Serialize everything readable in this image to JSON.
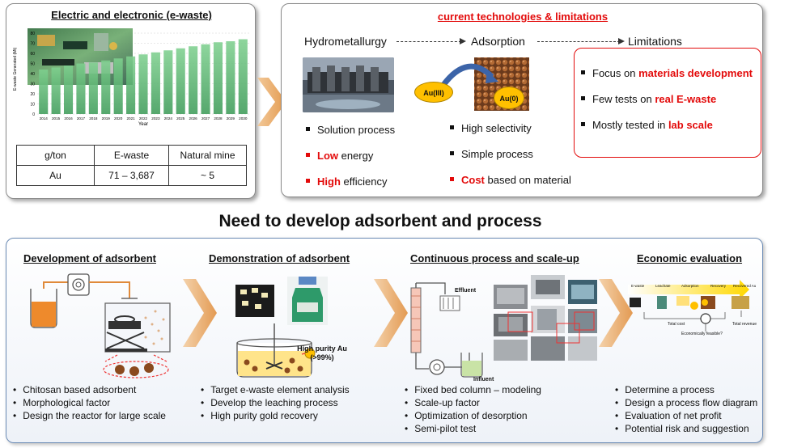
{
  "ewaste": {
    "title": "Electric and electronic (e-waste)",
    "chart_data": {
      "type": "bar",
      "categories": [
        "2014",
        "2015",
        "2016",
        "2017",
        "2018",
        "2019",
        "2020",
        "2021",
        "2022",
        "2023",
        "2024",
        "2025",
        "2026",
        "2027",
        "2028",
        "2029",
        "2030"
      ],
      "values": [
        44,
        46,
        48,
        50,
        51,
        53,
        55,
        57,
        59,
        61,
        63,
        65,
        67,
        69,
        71,
        72,
        74
      ],
      "xlabel": "Year",
      "ylabel": "E-waste Generated (Mt)",
      "ylim": [
        0,
        80
      ],
      "yticks": [
        0,
        10,
        20,
        30,
        40,
        50,
        60,
        70,
        80
      ],
      "bar_color": "#5fb777"
    },
    "table": {
      "header": [
        "g/ton",
        "E-waste",
        "Natural mine"
      ],
      "row": [
        "Au",
        "71 – 3,687",
        "~ 5"
      ]
    }
  },
  "tech": {
    "title": "current technologies & limitations",
    "steps": [
      "Hydrometallurgy",
      "Adsorption",
      "Limitations"
    ],
    "au3": "Au(III)",
    "au0": "Au(0)",
    "hydro": [
      {
        "prefix": "",
        "text": "Solution process"
      },
      {
        "prefix": "Low",
        "text": " energy"
      },
      {
        "prefix": "High",
        "text": " efficiency"
      }
    ],
    "adsorption": [
      {
        "prefix": "",
        "text": "High selectivity"
      },
      {
        "prefix": "",
        "text": "Simple process"
      },
      {
        "prefix": "Cost",
        "text": " based on material"
      }
    ],
    "limitations": [
      {
        "text": "Focus on ",
        "em": "materials development"
      },
      {
        "text": "Few tests on ",
        "em": "real E-waste"
      },
      {
        "text": "Mostly tested in ",
        "em": "lab scale"
      }
    ]
  },
  "headline": "Need to develop adsorbent and process",
  "sections": [
    {
      "title": "Development of adsorbent",
      "items": [
        "Chitosan based adsorbent",
        "Morphological factor",
        "Design the reactor for large scale"
      ]
    },
    {
      "title": "Demonstration of adsorbent",
      "items": [
        "Target e-waste element analysis",
        "Develop the leaching process",
        "High purity gold recovery"
      ]
    },
    {
      "title": "Continuous process and scale-up",
      "items": [
        "Fixed bed column – modeling",
        "Scale-up factor",
        "Optimization of desorption",
        "Semi-pilot test"
      ]
    },
    {
      "title": "Economic evaluation",
      "items": [
        "Determine a process",
        "Design a process flow diagram",
        "Evaluation of net profit",
        "Potential risk and suggestion"
      ]
    }
  ],
  "demo": {
    "purity_label": "High purity Au",
    "purity_value": "(>99%)"
  },
  "column": {
    "effluent": "Effluent",
    "influent": "Influent"
  },
  "econ": {
    "flow": [
      "E-waste",
      "Leachate",
      "Adsorption",
      "Recovery",
      "Recovered Au"
    ],
    "total_cost": "Total cost",
    "total_revenue": "Total revenue",
    "question": "Economically feasible?"
  }
}
